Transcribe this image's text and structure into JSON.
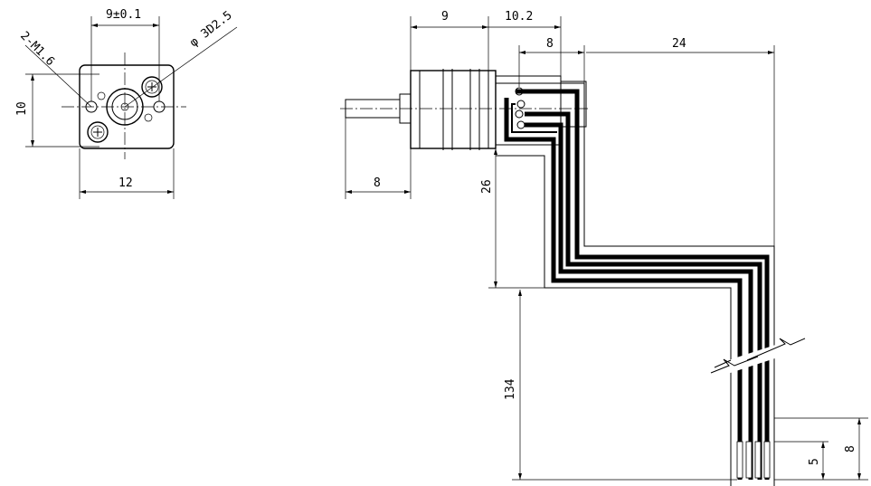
{
  "labels": {
    "front_width_tol": "9±0.1",
    "hole_callout": "2-M1.6",
    "phi_callout": "φ 3D2.5",
    "front_height": "10",
    "front_base_width": "12",
    "side_9": "9",
    "side_10_2": "10.2",
    "side_8_top": "8",
    "side_24": "24",
    "shaft_8": "8",
    "height_26": "26",
    "length_134": "134",
    "tip_5": "5",
    "tip_8": "8"
  }
}
